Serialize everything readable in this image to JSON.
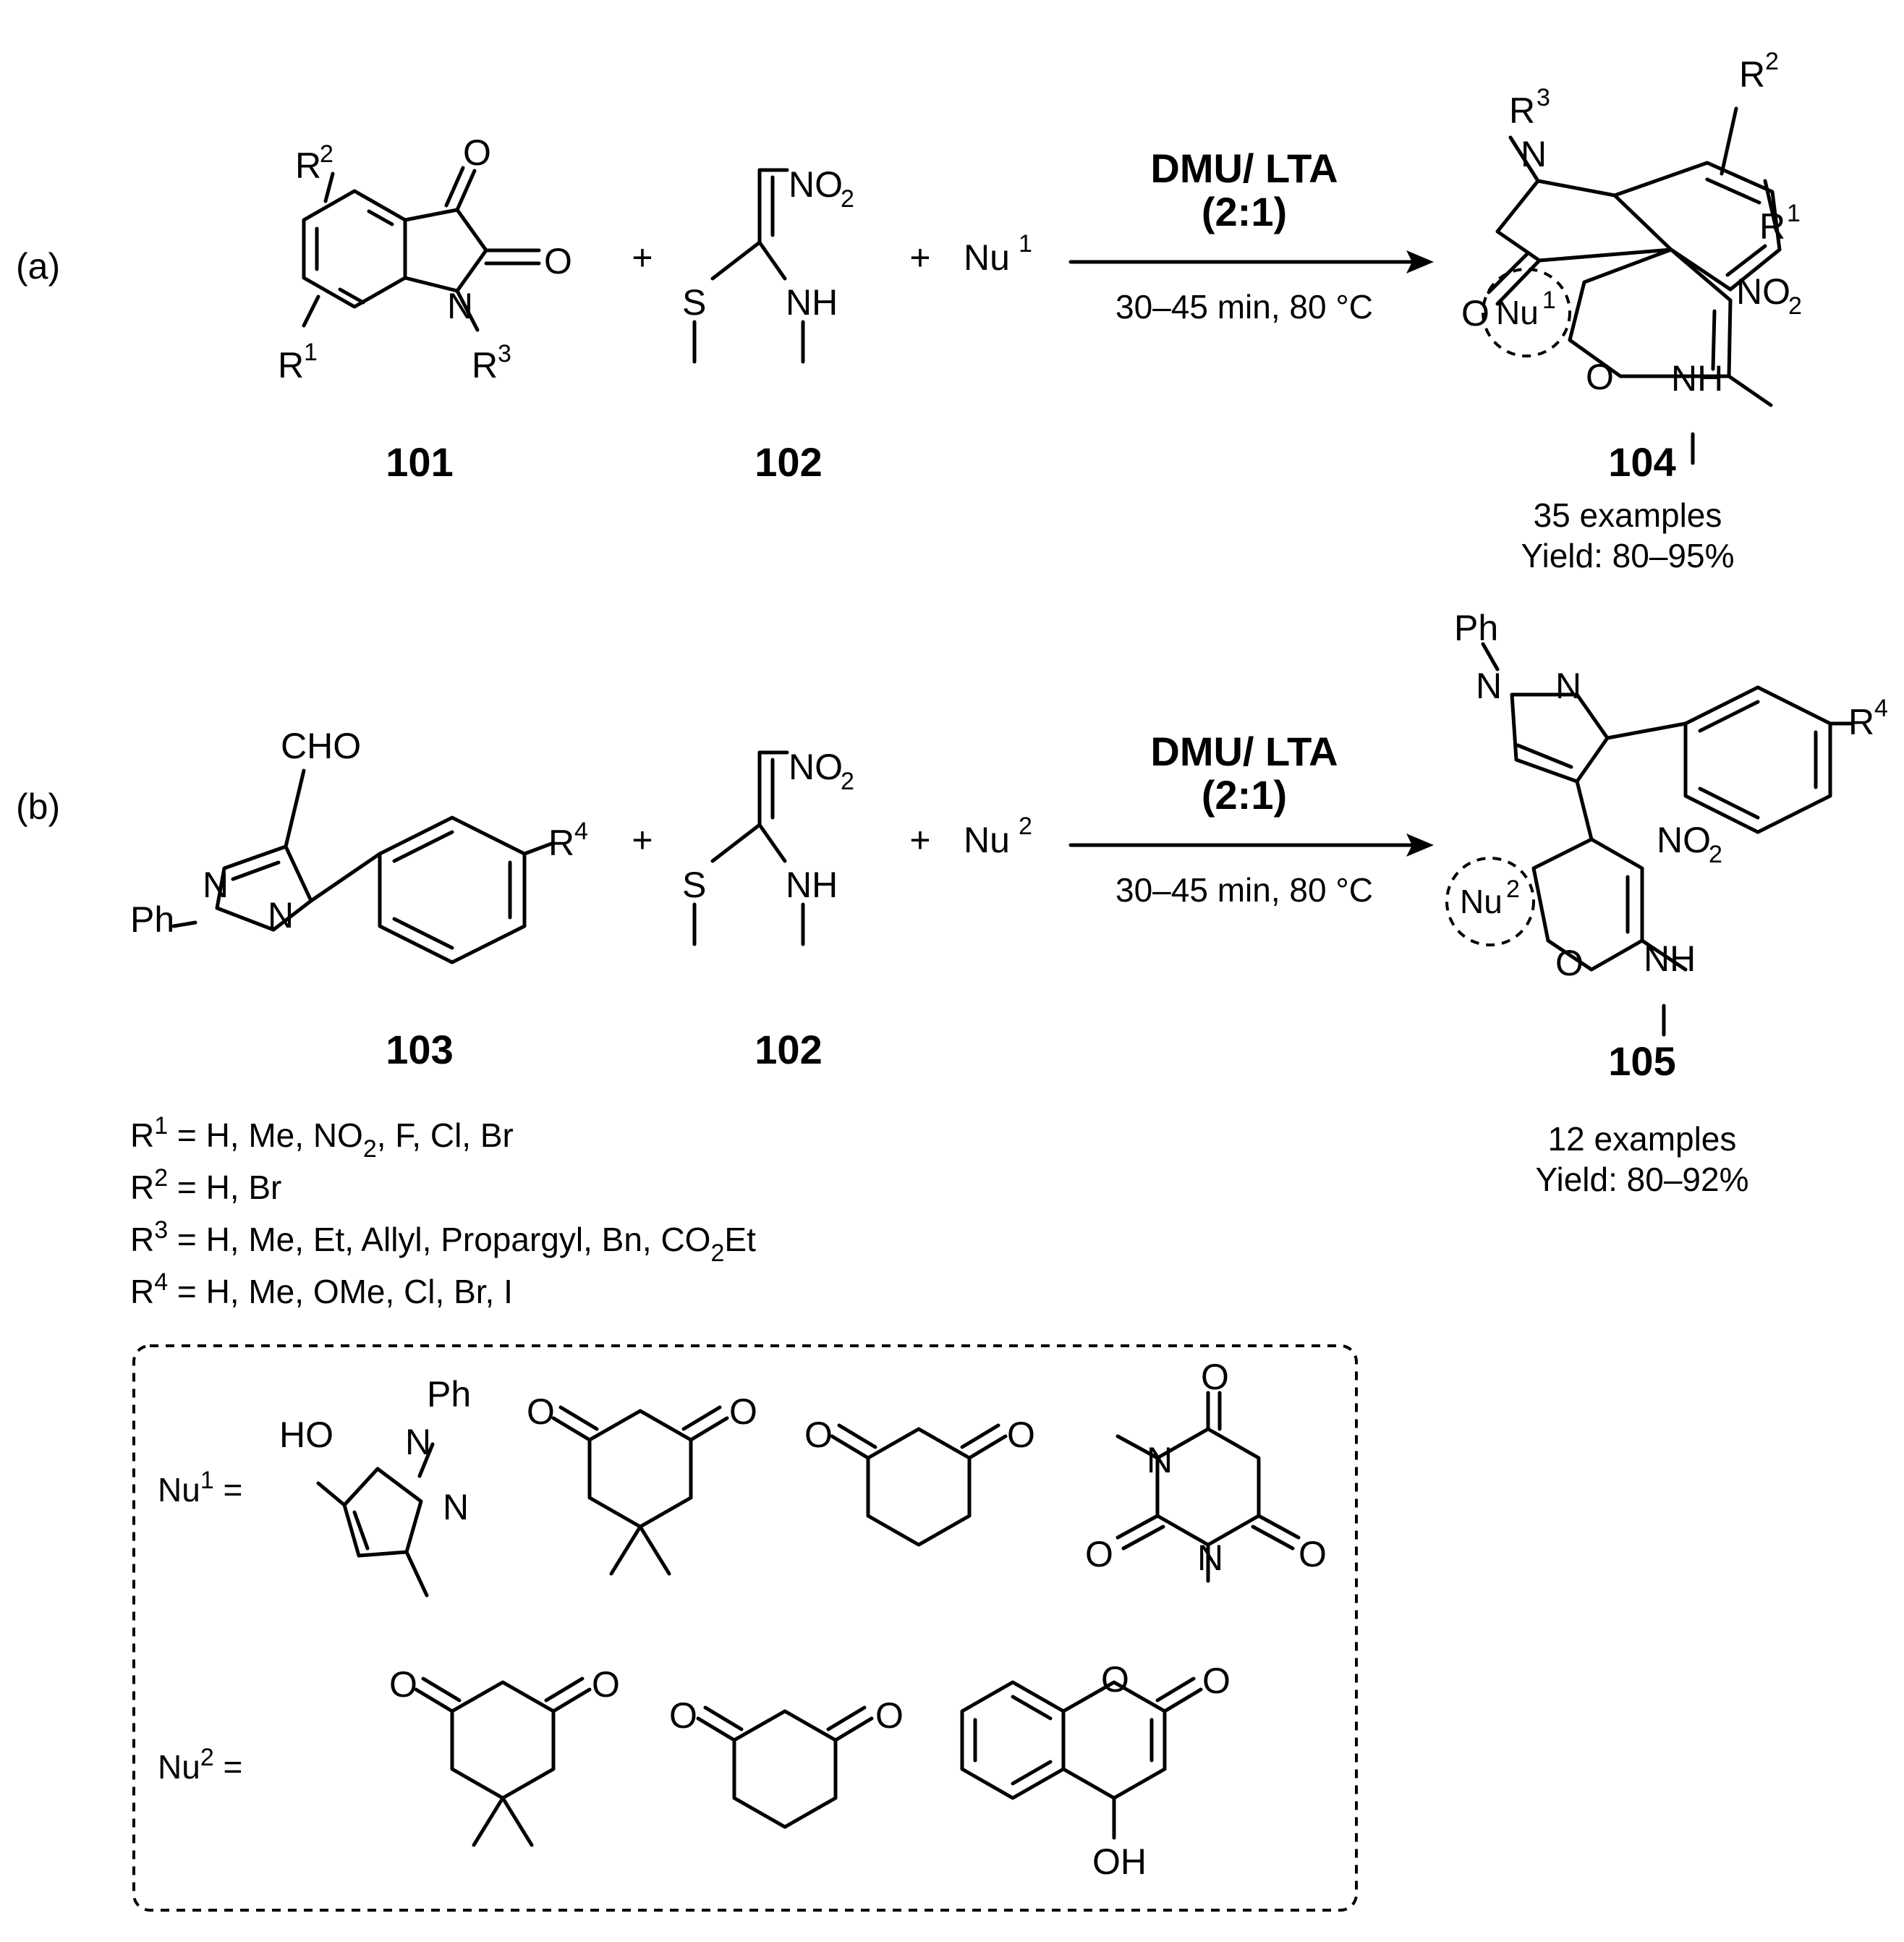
{
  "panel_a": {
    "tag": "(a)",
    "compound_1": "101",
    "compound_2": "102",
    "nucleophile": "Nu",
    "nucleophile_sup": "1",
    "plus": "+",
    "catalyst": "DMU/ LTA",
    "ratio": "(2:1)",
    "conditions": "30–45 min, 80 °C",
    "product": "104",
    "examples": "35 examples",
    "yield": "Yield: 80–95%"
  },
  "panel_b": {
    "tag": "(b)",
    "compound_1": "103",
    "compound_2": "102",
    "nucleophile": "Nu",
    "nucleophile_sup": "2",
    "plus": "+",
    "catalyst": "DMU/ LTA",
    "ratio": "(2:1)",
    "conditions": "30–45 min, 80 °C",
    "product": "105",
    "examples": "12 examples",
    "yield": "Yield: 80–92%"
  },
  "atoms": {
    "O": "O",
    "N": "N",
    "S": "S",
    "NH": "NH",
    "NO": "NO",
    "two": "2",
    "R": "R",
    "one": "1",
    "three": "3",
    "four": "4",
    "Ph": "Ph",
    "CHO": "CHO",
    "HO": "HO",
    "OH": "OH"
  },
  "substituents": {
    "r1_value": " = H, Me, NO",
    "r1_tail": ", F,  Cl, Br",
    "r2_value": " = H, Br",
    "r3_value": " = H, Me, Et, Allyl, Propargyl, Bn, CO",
    "r3_tail": "Et",
    "r4_value": " = H, Me, OMe, Cl, Br, I"
  },
  "nucleophile_box": {
    "nu1_label": "Nu",
    "nu1_sup": "1",
    "nu2_label": "Nu",
    "nu2_sup": "2",
    "equals": " ="
  }
}
